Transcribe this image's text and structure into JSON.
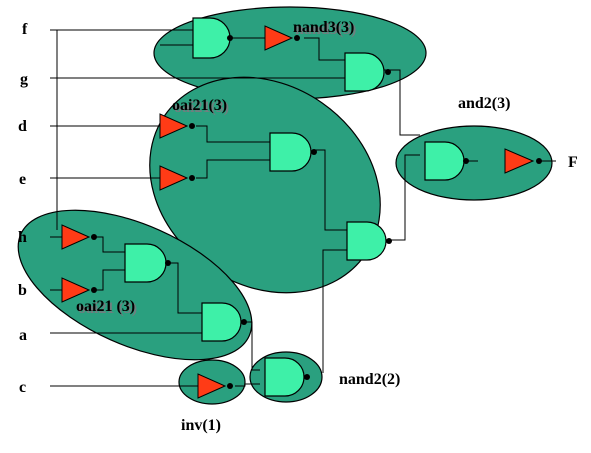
{
  "inputs": [
    "f",
    "g",
    "d",
    "e",
    "h",
    "b",
    "a",
    "c"
  ],
  "output": "F",
  "groups": {
    "nand3": "nand3(3)",
    "oai21_top": "oai21(3)",
    "and2": "and2(3)",
    "oai21_bottom": "oai21 (3)",
    "nand2": "nand2(2)",
    "inv": "inv(1)"
  },
  "colors": {
    "group_fill": "#2aa07f",
    "gate_fill": "#3ef0a8",
    "inverter_fill": "#ff3b16",
    "wire": "#000000"
  }
}
